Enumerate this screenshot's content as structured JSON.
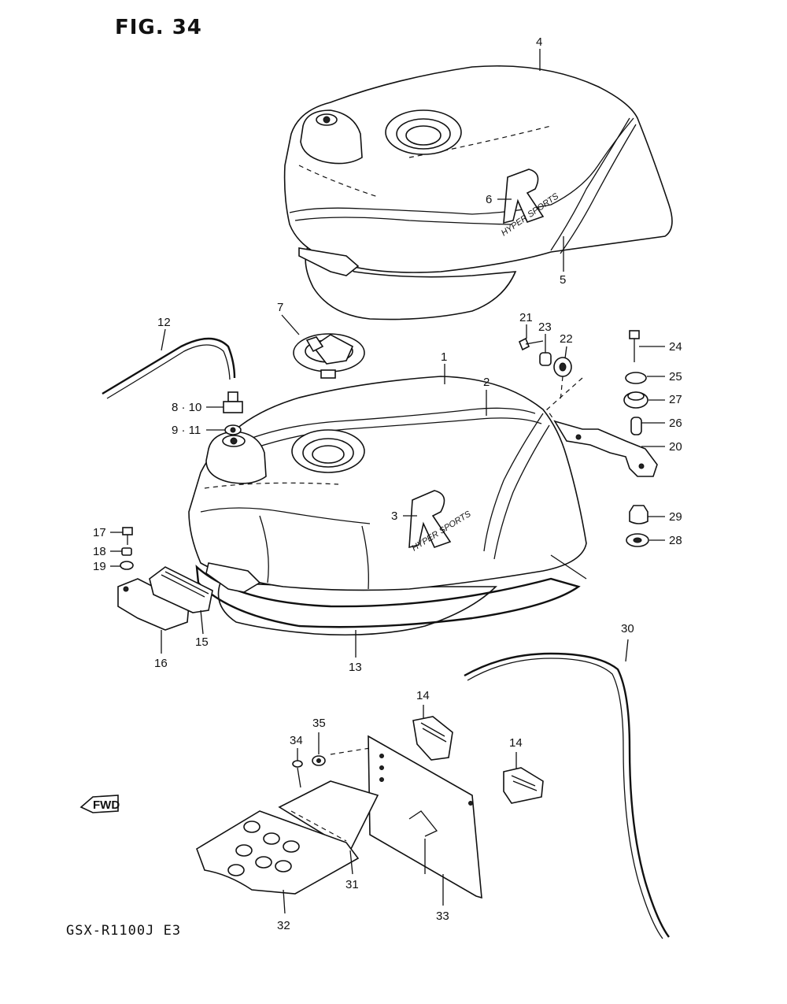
{
  "figure_title": "FIG. 34",
  "model_code": "GSX-R1100J E3",
  "fwd_label": "FWD",
  "tank_logo_text": "HYPER SPORTS",
  "callouts": [
    {
      "id": "c4",
      "label": "4"
    },
    {
      "id": "c6",
      "label": "6"
    },
    {
      "id": "c5",
      "label": "5"
    },
    {
      "id": "c7",
      "label": "7"
    },
    {
      "id": "c12",
      "label": "12"
    },
    {
      "id": "c21",
      "label": "21"
    },
    {
      "id": "c23",
      "label": "23"
    },
    {
      "id": "c22",
      "label": "22"
    },
    {
      "id": "c24",
      "label": "24"
    },
    {
      "id": "c25",
      "label": "25"
    },
    {
      "id": "c27",
      "label": "27"
    },
    {
      "id": "c26",
      "label": "26"
    },
    {
      "id": "c20",
      "label": "20"
    },
    {
      "id": "c1",
      "label": "1"
    },
    {
      "id": "c2",
      "label": "2"
    },
    {
      "id": "c810",
      "label": "8 · 10"
    },
    {
      "id": "c911",
      "label": "9 · 11"
    },
    {
      "id": "c3",
      "label": "3"
    },
    {
      "id": "c29",
      "label": "29"
    },
    {
      "id": "c28",
      "label": "28"
    },
    {
      "id": "c17",
      "label": "17"
    },
    {
      "id": "c18",
      "label": "18"
    },
    {
      "id": "c19",
      "label": "19"
    },
    {
      "id": "c15",
      "label": "15"
    },
    {
      "id": "c16",
      "label": "16"
    },
    {
      "id": "c13",
      "label": "13"
    },
    {
      "id": "c30",
      "label": "30"
    },
    {
      "id": "c14a",
      "label": "14"
    },
    {
      "id": "c35",
      "label": "35"
    },
    {
      "id": "c34",
      "label": "34"
    },
    {
      "id": "c14b",
      "label": "14"
    },
    {
      "id": "c31",
      "label": "31"
    },
    {
      "id": "c32",
      "label": "32"
    },
    {
      "id": "c33",
      "label": "33"
    }
  ]
}
